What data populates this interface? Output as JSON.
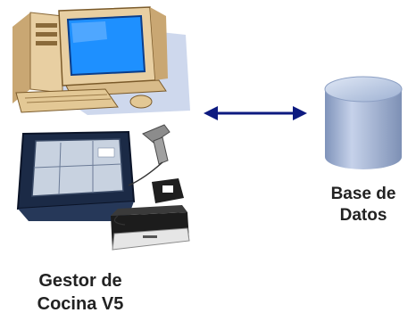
{
  "diagram": {
    "nodes": {
      "pos_system": {
        "label_line1": "Gestor de",
        "label_line2": "Cocina V5",
        "icon": "pc-and-pos-terminal-icon"
      },
      "database": {
        "label_line1": "Base de",
        "label_line2": "Datos",
        "icon": "database-cylinder-icon"
      }
    },
    "edges": [
      {
        "from": "pos_system",
        "to": "database",
        "style": "double-arrow",
        "color": "#0d1a80"
      }
    ]
  },
  "colors": {
    "arrow": "#0d1a80",
    "cylinder": "#9fb2d3",
    "monitor_screen": "#1e90ff",
    "beige": "#e8cfa2",
    "terminal": "#1b2a46"
  }
}
